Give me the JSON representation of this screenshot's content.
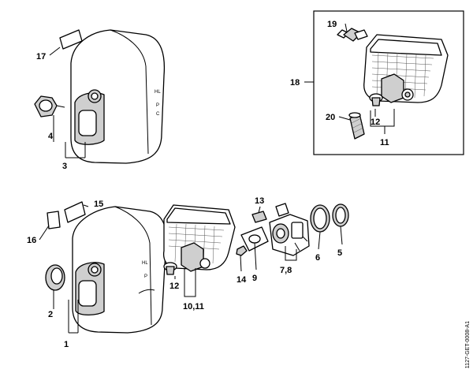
{
  "diagram": {
    "callouts": {
      "c1": "1",
      "c2": "2",
      "c3": "3",
      "c4": "4",
      "c5": "5",
      "c6": "6",
      "c7_8": "7,8",
      "c9": "9",
      "c10_11": "10,11",
      "c11": "11",
      "c12a": "12",
      "c12b": "12",
      "c13": "13",
      "c14": "14",
      "c15": "15",
      "c16": "16",
      "c17": "17",
      "c18": "18",
      "c19": "19",
      "c20": "20"
    },
    "cover_marks": {
      "top": [
        "HL",
        "P",
        "C"
      ],
      "bottom": [
        "HL",
        "P"
      ]
    }
  },
  "document_code": "1127-GET-0008-A1"
}
